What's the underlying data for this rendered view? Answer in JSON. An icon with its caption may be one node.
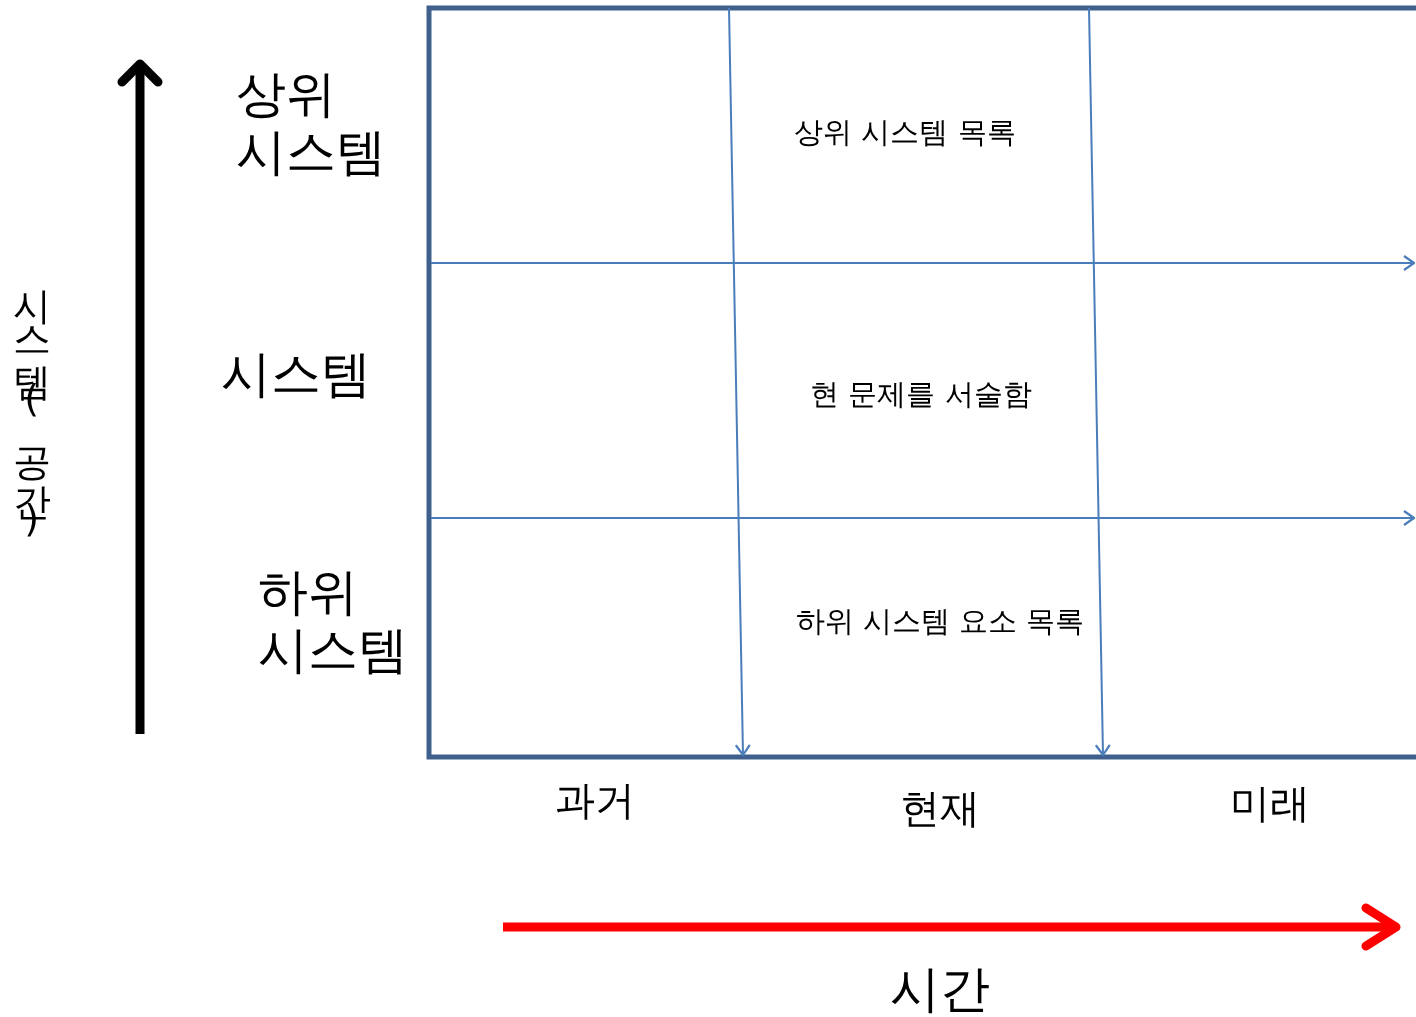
{
  "diagram": {
    "labels": [
      "상위 시스템",
      "상위 시스템 목록",
      "시스템(공간)",
      "시스템",
      "현 문제를 서술함",
      "하위 시스템",
      "하위 시스템 요소 목록",
      "과거",
      "현재",
      "미래",
      "시간"
    ]
  }
}
